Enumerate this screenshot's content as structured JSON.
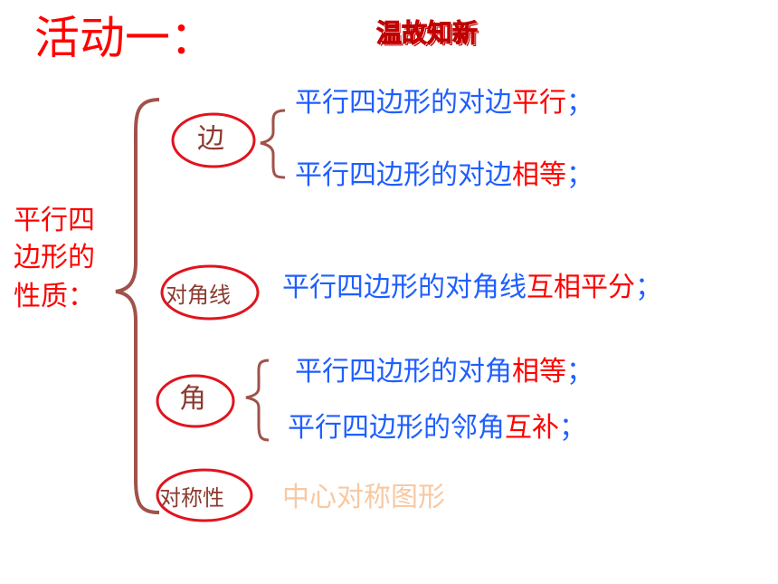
{
  "title": "活动一：",
  "subtitle": "温故知新",
  "root": {
    "line1": "平行四",
    "line2": "边形的",
    "line3": "性质："
  },
  "nodes": {
    "side": "边",
    "diagonal": "对角线",
    "angle": "角",
    "symmetry": "对称性"
  },
  "statements": {
    "side1": {
      "prefix": "平行四边形的对边",
      "key": "平行",
      "suffix": "；"
    },
    "side2": {
      "prefix": "平行四边形的对边",
      "key": "相等",
      "suffix": "；"
    },
    "diag": {
      "prefix": "平行四边形的对角线",
      "key": "互相平分",
      "suffix": "；"
    },
    "angle1": {
      "prefix": "平行四边形的对角",
      "key": "相等",
      "suffix": "；"
    },
    "angle2": {
      "prefix": "平行四边形的邻角",
      "key": "互补",
      "suffix": "；"
    },
    "symmetry": "中心对称图形"
  },
  "colors": {
    "title": "#ff0000",
    "statement": "#1f5fff",
    "keyword": "#ff0000",
    "symmetry_text": "#f7c9a2",
    "ellipse": "#e0141e",
    "brace": "#a0524a"
  }
}
